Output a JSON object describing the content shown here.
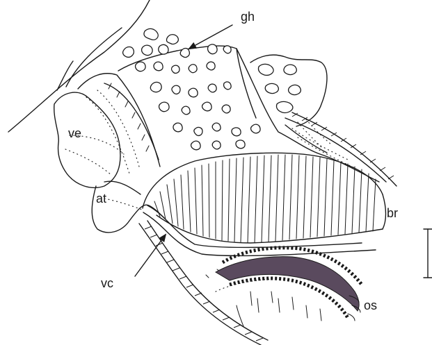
{
  "figure": {
    "labels": {
      "gh": "gh",
      "ve": "ve",
      "at": "at",
      "br": "br",
      "vc": "vc",
      "os": "os"
    },
    "colors": {
      "ink": "#1a1a1a",
      "osphradium": "#5a4a5e",
      "background": "#ffffff"
    }
  }
}
